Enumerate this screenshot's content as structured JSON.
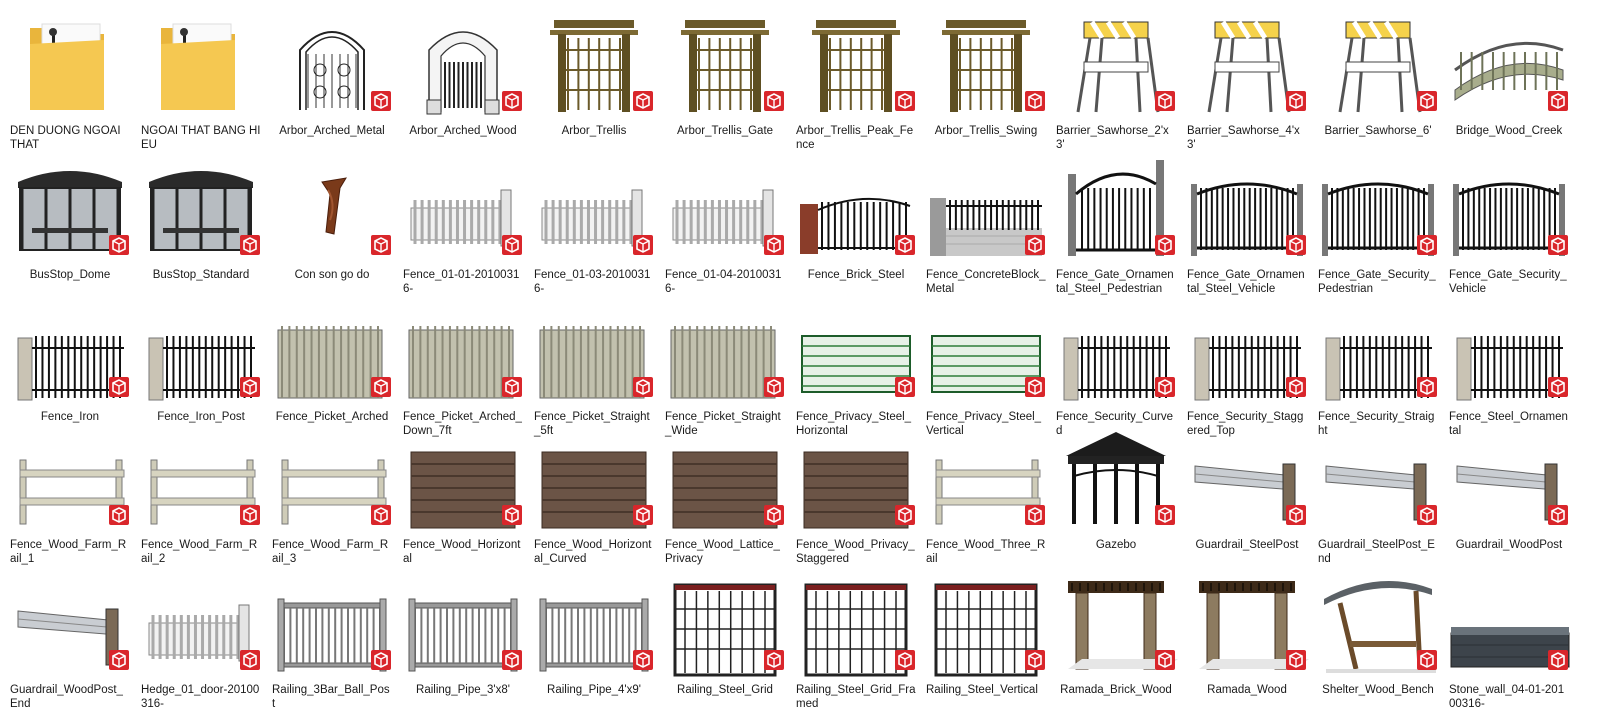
{
  "items": [
    {
      "label": "DEN DUONG NGOAI THAT",
      "kind": "folder",
      "icon": "folder-icon"
    },
    {
      "label": "NGOAI THAT BANG HIEU",
      "kind": "folder",
      "icon": "folder-icon"
    },
    {
      "label": "Arbor_Arched_Metal",
      "kind": "arbor-metal",
      "icon": "arbor-icon"
    },
    {
      "label": "Arbor_Arched_Wood",
      "kind": "arbor-white",
      "icon": "arbor-icon"
    },
    {
      "label": "Arbor_Trellis",
      "kind": "trellis",
      "icon": "arbor-icon"
    },
    {
      "label": "Arbor_Trellis_Gate",
      "kind": "trellis",
      "icon": "arbor-icon"
    },
    {
      "label": "Arbor_Trellis_Peak_Fence",
      "kind": "trellis",
      "icon": "arbor-icon"
    },
    {
      "label": "Arbor_Trellis_Swing",
      "kind": "trellis",
      "icon": "arbor-icon"
    },
    {
      "label": "Barrier_Sawhorse_2'x3'",
      "kind": "sawhorse",
      "icon": "barrier-icon"
    },
    {
      "label": "Barrier_Sawhorse_4'x3'",
      "kind": "sawhorse",
      "icon": "barrier-icon"
    },
    {
      "label": "Barrier_Sawhorse_6'",
      "kind": "sawhorse",
      "icon": "barrier-icon"
    },
    {
      "label": "Bridge_Wood_Creek",
      "kind": "bridge",
      "icon": "bridge-icon"
    },
    {
      "label": "BusStop_Dome",
      "kind": "busstop",
      "icon": "bus-stop-icon"
    },
    {
      "label": "BusStop_Standard",
      "kind": "busstop",
      "icon": "bus-stop-icon"
    },
    {
      "label": "Con son go do",
      "kind": "bracket",
      "icon": "bracket-icon"
    },
    {
      "label": "Fence_01-01-20100316-",
      "kind": "picket-white",
      "icon": "fence-icon"
    },
    {
      "label": "Fence_01-03-20100316-",
      "kind": "picket-white",
      "icon": "fence-icon"
    },
    {
      "label": "Fence_01-04-20100316-",
      "kind": "picket-white",
      "icon": "fence-icon"
    },
    {
      "label": "Fence_Brick_Steel",
      "kind": "brick-steel",
      "icon": "fence-icon"
    },
    {
      "label": "Fence_ConcreteBlock_Metal",
      "kind": "block-metal",
      "icon": "fence-icon"
    },
    {
      "label": "Fence_Gate_Ornamental_Steel_Pedestrian",
      "kind": "gate",
      "icon": "gate-icon"
    },
    {
      "label": "Fence_Gate_Ornamental_Steel_Vehicle",
      "kind": "gate-wide",
      "icon": "gate-icon"
    },
    {
      "label": "Fence_Gate_Security_Pedestrian",
      "kind": "gate-wide",
      "icon": "gate-icon"
    },
    {
      "label": "Fence_Gate_Security_Vehicle",
      "kind": "gate-wide",
      "icon": "gate-icon"
    },
    {
      "label": "Fence_Iron",
      "kind": "iron",
      "icon": "fence-icon"
    },
    {
      "label": "Fence_Iron_Post",
      "kind": "iron",
      "icon": "fence-icon"
    },
    {
      "label": "Fence_Picket_Arched",
      "kind": "picket-grey",
      "icon": "fence-icon"
    },
    {
      "label": "Fence_Picket_Arched_Down_7ft",
      "kind": "picket-grey",
      "icon": "fence-icon"
    },
    {
      "label": "Fence_Picket_Straight_5ft",
      "kind": "picket-grey",
      "icon": "fence-icon"
    },
    {
      "label": "Fence_Picket_Straight_Wide",
      "kind": "picket-grey",
      "icon": "fence-icon"
    },
    {
      "label": "Fence_Privacy_Steel_Horizontal",
      "kind": "privacy-green",
      "icon": "fence-icon"
    },
    {
      "label": "Fence_Privacy_Steel_Vertical",
      "kind": "privacy-green",
      "icon": "fence-icon"
    },
    {
      "label": "Fence_Security_Curved",
      "kind": "iron",
      "icon": "fence-icon"
    },
    {
      "label": "Fence_Security_Staggered_Top",
      "kind": "iron",
      "icon": "fence-icon"
    },
    {
      "label": "Fence_Security_Straight",
      "kind": "iron",
      "icon": "fence-icon"
    },
    {
      "label": "Fence_Steel_Ornamental",
      "kind": "iron",
      "icon": "fence-icon"
    },
    {
      "label": "Fence_Wood_Farm_Rail_1",
      "kind": "farm",
      "icon": "fence-icon"
    },
    {
      "label": "Fence_Wood_Farm_Rail_2",
      "kind": "farm",
      "icon": "fence-icon"
    },
    {
      "label": "Fence_Wood_Farm_Rail_3",
      "kind": "farm",
      "icon": "fence-icon"
    },
    {
      "label": "Fence_Wood_Horizontal",
      "kind": "wood-brown",
      "icon": "fence-icon"
    },
    {
      "label": "Fence_Wood_Horizontal_Curved",
      "kind": "wood-brown",
      "icon": "fence-icon"
    },
    {
      "label": "Fence_Wood_Lattice_Privacy",
      "kind": "wood-brown",
      "icon": "fence-icon"
    },
    {
      "label": "Fence_Wood_Privacy_Staggered",
      "kind": "wood-brown",
      "icon": "fence-icon"
    },
    {
      "label": "Fence_Wood_Three_Rail",
      "kind": "farm",
      "icon": "fence-icon"
    },
    {
      "label": "Gazebo",
      "kind": "gazebo",
      "icon": "gazebo-icon"
    },
    {
      "label": "Guardrail_SteelPost",
      "kind": "guardrail",
      "icon": "guardrail-icon"
    },
    {
      "label": "Guardrail_SteelPost_End",
      "kind": "guardrail",
      "icon": "guardrail-icon"
    },
    {
      "label": "Guardrail_WoodPost",
      "kind": "guardrail",
      "icon": "guardrail-icon"
    },
    {
      "label": "Guardrail_WoodPost_End",
      "kind": "guardrail",
      "icon": "guardrail-icon"
    },
    {
      "label": "Hedge_01_door-20100316-",
      "kind": "picket-white",
      "icon": "fence-icon"
    },
    {
      "label": "Railing_3Bar_Ball_Post",
      "kind": "railing",
      "icon": "railing-icon"
    },
    {
      "label": "Railing_Pipe_3'x8'",
      "kind": "railing",
      "icon": "railing-icon"
    },
    {
      "label": "Railing_Pipe_4'x9'",
      "kind": "railing",
      "icon": "railing-icon"
    },
    {
      "label": "Railing_Steel_Grid",
      "kind": "steel-grid",
      "icon": "railing-icon"
    },
    {
      "label": "Railing_Steel_Grid_Framed",
      "kind": "steel-grid",
      "icon": "railing-icon"
    },
    {
      "label": "Railing_Steel_Vertical",
      "kind": "steel-grid",
      "icon": "railing-icon"
    },
    {
      "label": "Ramada_Brick_Wood",
      "kind": "ramada",
      "icon": "ramada-icon"
    },
    {
      "label": "Ramada_Wood",
      "kind": "ramada",
      "icon": "ramada-icon"
    },
    {
      "label": "Shelter_Wood_Bench",
      "kind": "shelter",
      "icon": "shelter-icon"
    },
    {
      "label": "Stone_wall_04-01-20100316-",
      "kind": "stonewall",
      "icon": "wall-icon"
    }
  ],
  "colors": {
    "badge_red": "#d9262b",
    "folder_yellow": "#f5c851",
    "label_text": "#1a1a1a",
    "selection": "#cce8ff"
  }
}
